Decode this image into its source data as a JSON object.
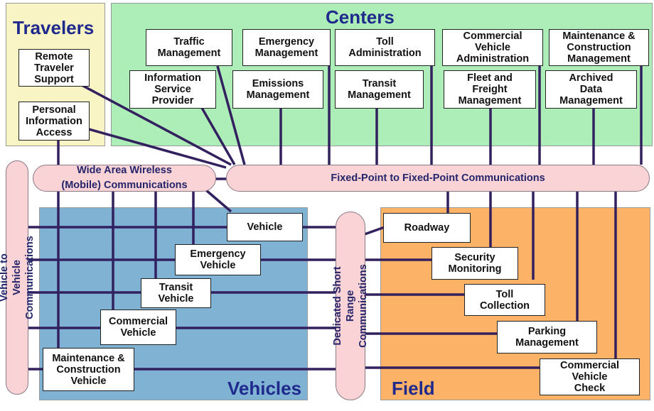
{
  "colors": {
    "travelers_bg": "#f8f4c4",
    "centers_bg": "#adedb7",
    "vehicles_bg": "#7fb2d3",
    "field_bg": "#fcb267",
    "pill_bg": "#f9d3d6",
    "line": "#33205f",
    "title_text": "#1f2a8c"
  },
  "regions": {
    "travelers": "Travelers",
    "centers": "Centers",
    "vehicles": "Vehicles",
    "field": "Field"
  },
  "communications": {
    "wide_area_wireless": "Wide Area Wireless\n(Mobile)   Communications",
    "fixed_point": "Fixed-Point  to Fixed-Point  Communications",
    "vehicle_to_vehicle": "Vehicle  to Vehicle  Communications",
    "dsrc": "Dedicated  Short Range\nCommunications"
  },
  "travelers": {
    "remote_traveler_support": "Remote\nTraveler\nSupport",
    "personal_information_access": "Personal\nInformation\nAccess"
  },
  "centers": {
    "traffic_management": "Traffic\nManagement",
    "emergency_management": "Emergency\nManagement",
    "toll_administration": "Toll\nAdministration",
    "cv_administration": "Commercial\nVehicle\nAdministration",
    "maint_construction_mgmt": "Maintenance  &\nConstruction\nManagement",
    "information_service_provider": "Information\nService\nProvider",
    "emissions_management": "Emissions\nManagement",
    "transit_management": "Transit\nManagement",
    "fleet_freight_management": "Fleet  and\nFreight\nManagement",
    "archived_data_management": "Archived\nData\nManagement"
  },
  "vehicles": {
    "vehicle": "Vehicle",
    "emergency_vehicle": "Emergency\nVehicle",
    "transit_vehicle": "Transit\nVehicle",
    "commercial_vehicle": "Commercial\nVehicle",
    "maint_construction_vehicle": "Maintenance  &\nConstruction\nVehicle"
  },
  "field": {
    "roadway": "Roadway",
    "security_monitoring": "Security\nMonitoring",
    "toll_collection": "Toll\nCollection",
    "parking_management": "Parking\nManagement",
    "cv_check": "Commercial\nVehicle\nCheck"
  }
}
